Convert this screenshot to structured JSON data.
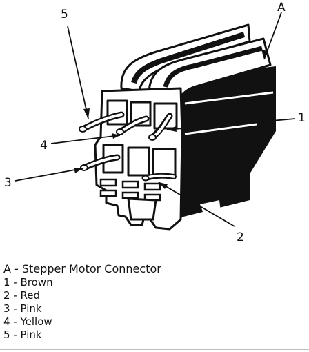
{
  "callouts": {
    "a": "A",
    "c1": "1",
    "c2": "2",
    "c3": "3",
    "c4": "4",
    "c5": "5"
  },
  "legend": {
    "title": "A - Stepper Motor Connector",
    "items": [
      {
        "label": "1 - Brown"
      },
      {
        "label": "2 - Red"
      },
      {
        "label": "3 - Pink"
      },
      {
        "label": "4 - Yellow"
      },
      {
        "label": "5 - Pink"
      }
    ]
  },
  "colors": {
    "ink": "#111111",
    "paper": "#ffffff",
    "rule": "#bdbdbd"
  }
}
